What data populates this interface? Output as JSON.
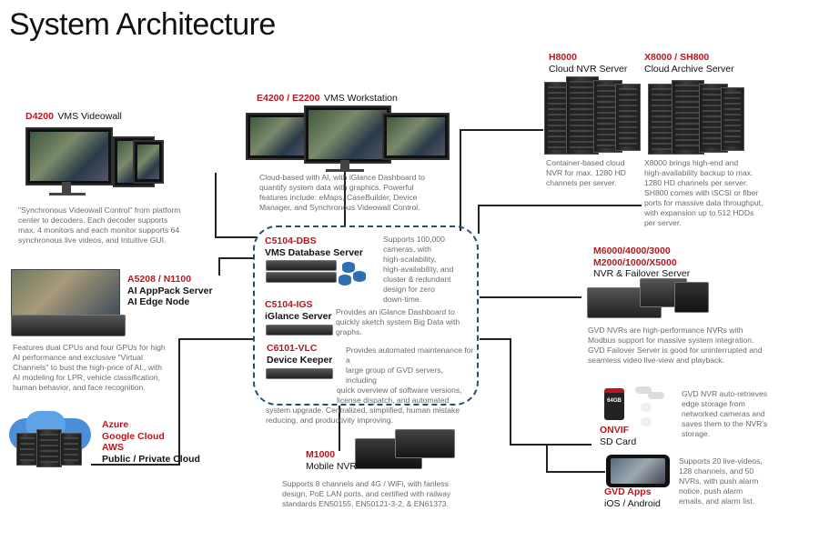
{
  "title": "System Architecture",
  "vms_videowall": {
    "model": "D4200",
    "name": "VMS Videowall",
    "desc": [
      "\"Synchronous Videowall Control\" from platform",
      "center to decoders. Each decoder supports",
      "max. 4 monitors and each monitor supports 64",
      "synchronous live videos, and Intuitive GUI."
    ]
  },
  "vms_workstation": {
    "model": "E4200 / E2200",
    "name": "VMS Workstation",
    "desc": [
      "Cloud-based with AI, with iGlance Dashboard to",
      "quantify system data with graphics. Powerful",
      "features include: eMaps, CaseBuilder, Device",
      "Manager, and Synchronous Videowall Control."
    ]
  },
  "cloud_nvr": {
    "model": "H8000",
    "name": "Cloud NVR Server",
    "desc": [
      "Container-based cloud",
      "NVR for max. 1280 HD",
      "channels per server."
    ]
  },
  "cloud_archive": {
    "model": "X8000 / SH800",
    "name": "Cloud Archive Server",
    "desc": [
      "X8000 brings high-end and",
      "high-availability backup to max.",
      "1280 HD channels per server.",
      "SH800 comes with iSCSI or fiber",
      "ports for massive data throughput,",
      "with expansion up to 512 HDDs",
      "per server."
    ]
  },
  "ai_appack": {
    "model": "A5208 / N1100",
    "name1": "AI AppPack Server",
    "name2": "AI Edge Node",
    "desc": [
      "Features dual CPUs and four GPUs for high",
      "AI performance and exclusive \"Virtual",
      "Channels\" to bust the high-price of AI., with",
      "AI modeling for LPR, vehicle classification,",
      "human behavior, and face recognition."
    ]
  },
  "database": {
    "model": "C5104-DBS",
    "name": "VMS Database Server",
    "desc": [
      "Supports 100,000",
      "cameras, with",
      "high-scalability,",
      "high-availability, and",
      "cluster & redundant",
      "design for zero",
      "down-time."
    ]
  },
  "iglance": {
    "model": "C5104-IGS",
    "name": "iGlance Server",
    "desc": [
      "Provides an iGlance Dashboard to",
      "quickly sketch system Big Data with",
      "graphs."
    ]
  },
  "device_keeper": {
    "model": "C6101-VLC",
    "name": "Device Keeper",
    "desc": [
      "Provides automated maintenance for a",
      "large group of GVD servers, including",
      "quick overview of software versions,",
      "license dispatch, and automated",
      "system upgrade. Centralized, simplified, human mistake",
      "reducing, and productivity improving."
    ]
  },
  "nvr_failover": {
    "model1": "M6000/4000/3000",
    "model2": "M2000/1000/X5000",
    "name": "NVR & Failover Server",
    "desc": [
      "GVD NVRs are high-performance NVRs with",
      "Modbus support for massive system integration.",
      "GVD Failover Server is good for uninterrupted and",
      "seamless video live-view and playback."
    ]
  },
  "sd_card": {
    "model": "ONVIF",
    "name": "SD Card",
    "badge": "64GB",
    "desc": [
      "GVD NVR auto-retrieves",
      "edge storage from",
      "networked cameras and",
      "saves them to the NVR's",
      "storage."
    ]
  },
  "cloud": {
    "model1": "Azure",
    "model2": "Google Cloud",
    "model3": "AWS",
    "name": "Public / Private Cloud"
  },
  "mobile_nvr": {
    "model": "M1000",
    "name": "Mobile NVR",
    "desc": [
      "Supports 8 channels and 4G / WiFi, with fanless",
      "design, PoE LAN ports, and certified with railway",
      "standards EN50155, EN50121-3-2, & EN61373."
    ]
  },
  "apps": {
    "model": "GVD Apps",
    "name": "iOS / Android",
    "desc": [
      "Supports 20 live-videos,",
      "128 channels, and 50",
      "NVRs, with push alarm",
      "notice, push alarm",
      "emails, and alarm list."
    ]
  },
  "colors": {
    "accent": "#c0141c",
    "hub_border": "#1d4f86",
    "desc_text": "#6b6b6b"
  }
}
